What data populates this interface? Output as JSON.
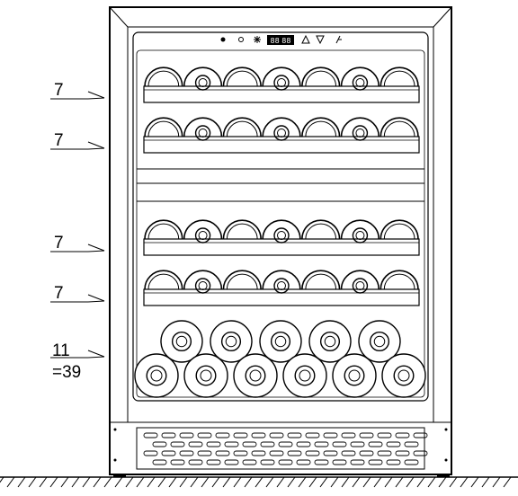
{
  "diagram": {
    "callouts": [
      {
        "label": "7"
      },
      {
        "label": "7"
      },
      {
        "label": "7"
      },
      {
        "label": "7"
      },
      {
        "label": "11"
      }
    ],
    "total_label": "=39",
    "control_panel": {
      "display_text": "88 88",
      "icons": [
        "light-icon",
        "lock-icon",
        "snowflake-icon",
        "up-icon",
        "down-icon",
        "power-icon"
      ]
    },
    "shelves": [
      {
        "bottles": 7
      },
      {
        "bottles": 7
      },
      {
        "bottles": 7
      },
      {
        "bottles": 7
      }
    ],
    "bottom_stack": {
      "back_row": 5,
      "front_row": 6
    }
  }
}
